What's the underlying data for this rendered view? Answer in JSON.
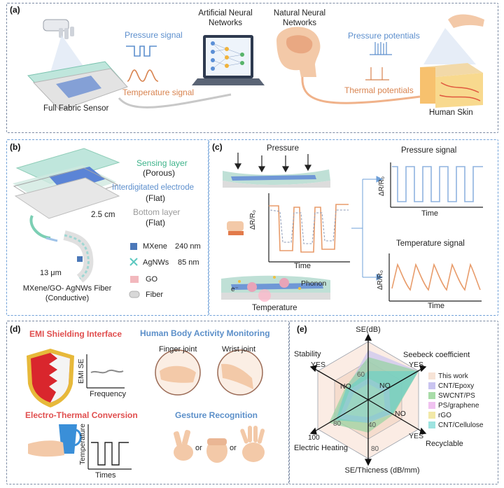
{
  "panel_a": {
    "label": "(a)",
    "sensor_caption": "Full Fabric Sensor",
    "pressure_signal": "Pressure signal",
    "temperature_signal": "Temperature signal",
    "ann_title": "Artificial Neural\nNetworks",
    "nnn_title": "Natural Neural\nNetworks",
    "pressure_potentials": "Pressure potentials",
    "thermal_potentials": "Thermal potentials",
    "skin_caption": "Human Skin"
  },
  "panel_b": {
    "label": "(b)",
    "sensing_layer": "Sensing layer",
    "porous": "(Porous)",
    "electrode": "Interdigitated electrode",
    "flat1": "(Flat)",
    "bottom_layer": "Bottom layer",
    "flat2": "(Flat)",
    "size": "2.5 cm",
    "fiber_size": "13 μm",
    "fiber_caption": "MXene/GO- AgNWs Fiber",
    "conductive": "(Conductive)",
    "legend": [
      {
        "name": "MXene",
        "value": "240 nm",
        "color": "#4b78b8"
      },
      {
        "name": "AgNWs",
        "value": "85 nm",
        "color": "#5ec8c0"
      },
      {
        "name": "GO",
        "value": "",
        "color": "#f2b8bd"
      },
      {
        "name": "Fiber",
        "value": "",
        "color": "#d8d8d8"
      }
    ]
  },
  "panel_c": {
    "label": "(c)",
    "pressure": "Pressure",
    "ylabel": "ΔR/R₀",
    "xlabel": "Time",
    "phonon": "Phonon",
    "electron": "e⁻",
    "temperature": "Temperature",
    "pressure_signal_title": "Pressure signal",
    "temperature_signal_title": "Temperature signal"
  },
  "panel_d": {
    "label": "(d)",
    "emi_title": "EMI Shielding Interface",
    "emi_ylabel": "EMI SE",
    "emi_xlabel": "Frequency",
    "hbam_title": "Human Body Activity Monitoring",
    "finger_joint": "Finger joint",
    "wrist_joint": "Wrist joint",
    "etc_title": "Electro-Thermal Conversion",
    "etc_ylabel": "Temperature",
    "etc_xlabel": "Times",
    "gesture_title": "Gesture Recognition",
    "or1": "or",
    "or2": "or"
  },
  "panel_e": {
    "label": "(e)",
    "axes": [
      "SE(dB)",
      "Seebeck coefficient",
      "Recyclable",
      "SE/Thicness (dB/mm)",
      "Electric Heating",
      "Stability"
    ],
    "tick_60": "60",
    "tick_100": "100",
    "tick_80a": "80",
    "tick_40": "40",
    "tick_80b": "80",
    "yes_stability": "YES",
    "no_stability": "NO",
    "yes_seebeck": "YES",
    "no_seebeck": "NO",
    "yes_recyclable": "YES",
    "no_recyclable": "NO",
    "legend": [
      {
        "name": "This work",
        "color": "#f7e3d6"
      },
      {
        "name": "CNT/Epoxy",
        "color": "#c9c4f0"
      },
      {
        "name": "SWCNT/PS",
        "color": "#a8dca8"
      },
      {
        "name": "PS/graphene",
        "color": "#f0c2f0"
      },
      {
        "name": "rGO",
        "color": "#f2e9a8"
      },
      {
        "name": "CNT/Cellulose",
        "color": "#9ee3e0"
      }
    ]
  }
}
